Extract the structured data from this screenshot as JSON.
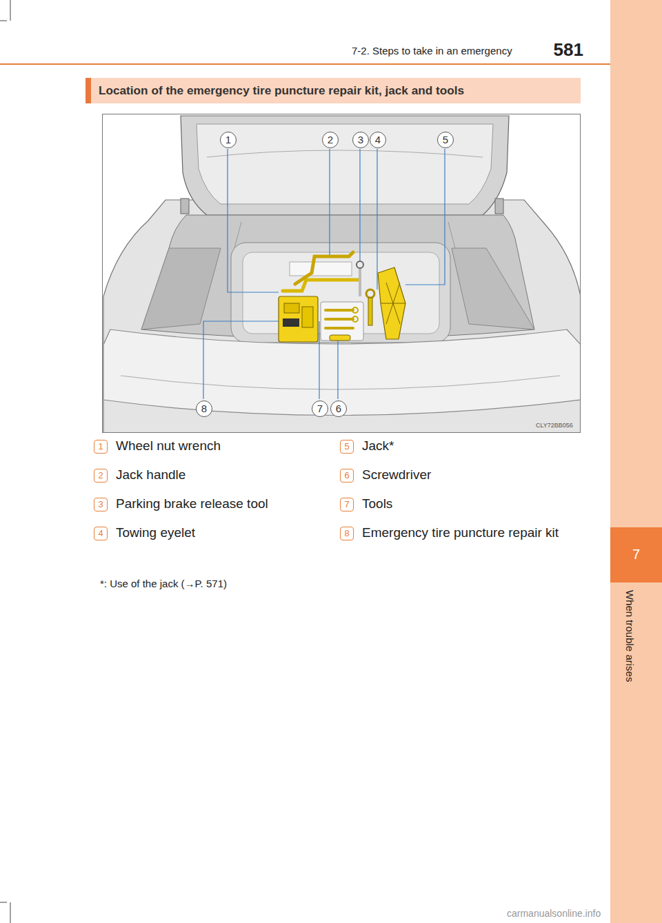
{
  "diagram": {
    "title": "Location of the emergency tire puncture repair kit, jack and tools",
    "labels": [
      "581",
      "7-2. Steps to take in an emergency",
      "7",
      "When trouble arises",
      "1",
      "2",
      "3",
      "4",
      "5",
      "8",
      "7",
      "6",
      "CLY72BB056",
      "1",
      "Wheel nut wrench",
      "5",
      "Jack*",
      "2",
      "Jack handle",
      "6",
      "Screwdriver",
      "3",
      "Parking brake release tool",
      "7",
      "Tools",
      "4",
      "Towing eyelet",
      "8",
      "Emergency tire puncture repair kit",
      "*: Use of the jack (→P. 571)",
      "carmanualsonline.info"
    ]
  }
}
